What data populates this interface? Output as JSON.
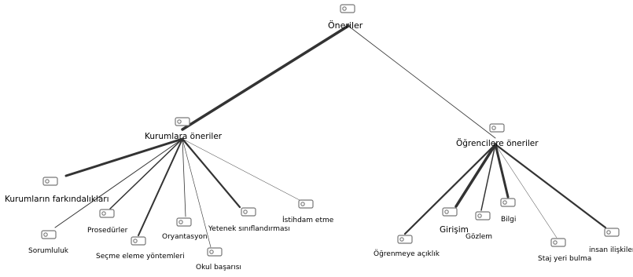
{
  "diagram": {
    "type": "tree",
    "root": {
      "id": "root",
      "label": "Öneriler",
      "icon": "tag-icon",
      "children": [
        {
          "id": "kurumlara",
          "label": "Kurumlara öneriler",
          "icon": "tag-icon",
          "children": [
            {
              "id": "farkindalik",
              "label": "Kurumların farkındalıkları",
              "icon": "tag-icon",
              "weight": 3
            },
            {
              "id": "sorumluluk",
              "label": "Sorumluluk",
              "icon": "tag-icon",
              "weight": 1
            },
            {
              "id": "prosedurler",
              "label": "Prosedürler",
              "icon": "tag-icon",
              "weight": 1.5
            },
            {
              "id": "secme",
              "label": "Seçme eleme yöntemleri",
              "icon": "tag-icon",
              "weight": 2
            },
            {
              "id": "oryantasyon",
              "label": "Oryantasyon",
              "icon": "tag-icon",
              "weight": 0.8
            },
            {
              "id": "okul",
              "label": "Okul başarısı",
              "icon": "tag-icon",
              "weight": 0.6
            },
            {
              "id": "yetenek",
              "label": "Yetenek sınıflandırması",
              "icon": "tag-icon",
              "weight": 2.2
            },
            {
              "id": "istihdam",
              "label": "İstihdam etme",
              "icon": "tag-icon",
              "weight": 0.5
            }
          ]
        },
        {
          "id": "ogrencilere",
          "label": "Öğrencilere öneriler",
          "icon": "tag-icon",
          "children": [
            {
              "id": "ogrenmeye",
              "label": "Öğrenmeye açıklık",
              "icon": "tag-icon",
              "weight": 2.2
            },
            {
              "id": "girisim",
              "label": "Girişim",
              "icon": "tag-icon",
              "weight": 3.5
            },
            {
              "id": "gozlem",
              "label": "Gözlem",
              "icon": "tag-icon",
              "weight": 1.5
            },
            {
              "id": "bilgi",
              "label": "Bilgi",
              "icon": "tag-icon",
              "weight": 3
            },
            {
              "id": "staj",
              "label": "Staj yeri bulma",
              "icon": "tag-icon",
              "weight": 0.5
            },
            {
              "id": "insan",
              "label": "insan ilişkileri",
              "icon": "tag-icon",
              "weight": 2.2
            }
          ]
        }
      ]
    },
    "root_edge_weights": {
      "kurumlara": 3.5,
      "ogrencilere": 0.8
    },
    "colors": {
      "edge": "#333333",
      "icon_stroke": "#777777",
      "text": "#000000"
    }
  }
}
